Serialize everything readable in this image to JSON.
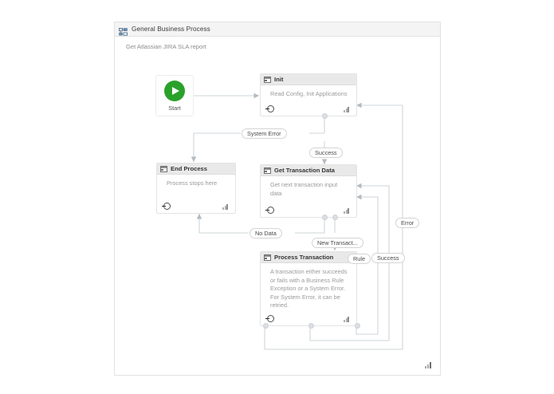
{
  "panel": {
    "title": "General Business Process",
    "breadcrumb_icon": "workflow-icon",
    "annotation": "Get Atlassian JIRA SLA report"
  },
  "start_node": {
    "label": "Start",
    "icon": "play-circle-icon",
    "accent_color": "#2aa12a"
  },
  "states": [
    {
      "id": "init",
      "title": "Init",
      "description": "Read Config, Init Applications",
      "icon": "state-window-icon",
      "entry_icon": "entry-point-icon",
      "marker_icon": "bars-icon"
    },
    {
      "id": "end-process",
      "title": "End Process",
      "description": "Process stops here",
      "icon": "final-state-icon",
      "entry_icon": "entry-point-icon",
      "marker_icon": "bars-icon"
    },
    {
      "id": "get-transaction-data",
      "title": "Get Transaction Data",
      "description": "Get next transaction input data",
      "icon": "state-window-icon",
      "entry_icon": "entry-point-icon",
      "marker_icon": "bars-icon"
    },
    {
      "id": "process-transaction",
      "title": "Process Transaction",
      "description": "A transaction either succeeds or fails with a Business Rule Exception or a System Error. For System Error, it can be retried.",
      "icon": "state-window-icon",
      "entry_icon": "entry-point-icon",
      "marker_icon": "bars-icon"
    }
  ],
  "transitions": [
    {
      "id": "system-error",
      "label": "System Error"
    },
    {
      "id": "success-init",
      "label": "Success"
    },
    {
      "id": "no-data",
      "label": "No Data"
    },
    {
      "id": "new-transaction",
      "label": "New Transact..."
    },
    {
      "id": "error",
      "label": "Error"
    },
    {
      "id": "rule",
      "label": "Rule"
    },
    {
      "id": "success-process",
      "label": "Success"
    }
  ],
  "colors": {
    "canvas_background": "#ffffff",
    "panel_border": "#e2e2e2",
    "titlebar_background": "#f4f4f4",
    "state_header": "#e9e9e9",
    "connector": "#cfd4d9",
    "description_text": "#9a9a9a",
    "title_text": "#343434"
  }
}
